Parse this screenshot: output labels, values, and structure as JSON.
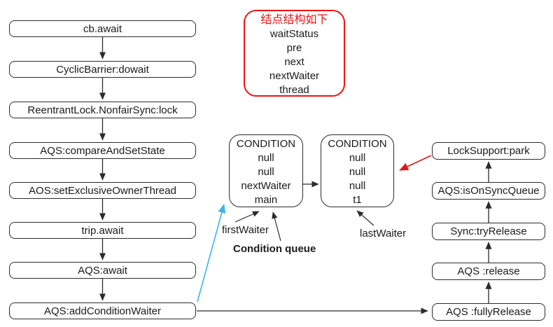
{
  "left_flow": {
    "nodes": [
      "cb.await",
      "CyclicBarrier:dowait",
      "ReentrantLock.NonfairSync:lock",
      "AQS:compareAndSetState",
      "AOS:setExclusiveOwnerThread",
      "trip.await",
      "AQS:await",
      "AQS:addConditionWaiter"
    ]
  },
  "node_struct_legend": {
    "title": "结点结构如下",
    "fields": [
      "waitStatus",
      "pre",
      "next",
      "nextWaiter",
      "thread"
    ]
  },
  "condition_queue": {
    "caption": "Condition queue",
    "first_waiter_label": "firstWaiter",
    "last_waiter_label": "lastWaiter",
    "nodes": [
      {
        "header": "CONDITION",
        "rows": [
          "null",
          "null",
          "nextWaiter",
          "main"
        ]
      },
      {
        "header": "CONDITION",
        "rows": [
          "null",
          "null",
          "null",
          "t1"
        ]
      }
    ]
  },
  "right_flow": {
    "nodes": [
      "LockSupport:park",
      "AQS:isOnSyncQueue",
      "Sync:tryRelease",
      "AQS :release",
      "AQS :fullyRelease"
    ]
  },
  "colors": {
    "arrow_black": "#2b2b2b",
    "arrow_red": "#ef1212",
    "arrow_blue": "#3cb4eb",
    "legend_border_red": "#ef1212"
  }
}
